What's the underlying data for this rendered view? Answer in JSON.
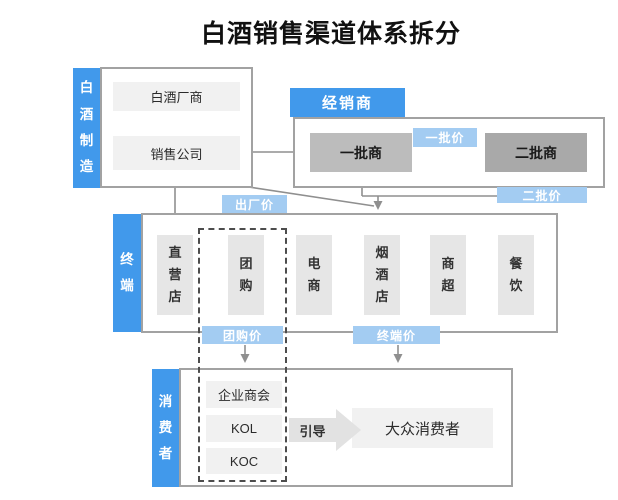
{
  "title": "白酒销售渠道体系拆分",
  "sections": {
    "manufacturing": {
      "label": "白酒制造",
      "boxes": [
        {
          "label": "白酒厂商"
        },
        {
          "label": "销售公司"
        }
      ]
    },
    "distributor": {
      "tab": "经销商",
      "boxes": [
        {
          "label": "一批商"
        },
        {
          "label": "二批商"
        }
      ],
      "price_labels": {
        "factory": "出厂价",
        "first": "一批价",
        "second": "二批价"
      }
    },
    "terminal": {
      "label": "终端",
      "boxes": [
        {
          "label": "直营店"
        },
        {
          "label": "团购"
        },
        {
          "label": "电商"
        },
        {
          "label": "烟酒店"
        },
        {
          "label": "商超"
        },
        {
          "label": "餐饮"
        }
      ],
      "price_labels": {
        "group": "团购价",
        "terminal": "终端价"
      }
    },
    "consumer": {
      "label": "消费者",
      "boxes": [
        {
          "label": "企业商会"
        },
        {
          "label": "KOL"
        },
        {
          "label": "KOC"
        }
      ],
      "guide_label": "引导",
      "mass_consumer": "大众消费者"
    }
  },
  "colors": {
    "blue": "#4199eb",
    "lightblue": "#a3ccf2",
    "line": "#8f8f8f",
    "border": "#a2a2a2",
    "boxlight": "#f1f1f1",
    "boxterm": "#e6e6e6",
    "dist1": "#bcbcbc",
    "dist2": "#a9a9a9",
    "guide": "#e2e2e2",
    "text": "#2b2b2b"
  }
}
